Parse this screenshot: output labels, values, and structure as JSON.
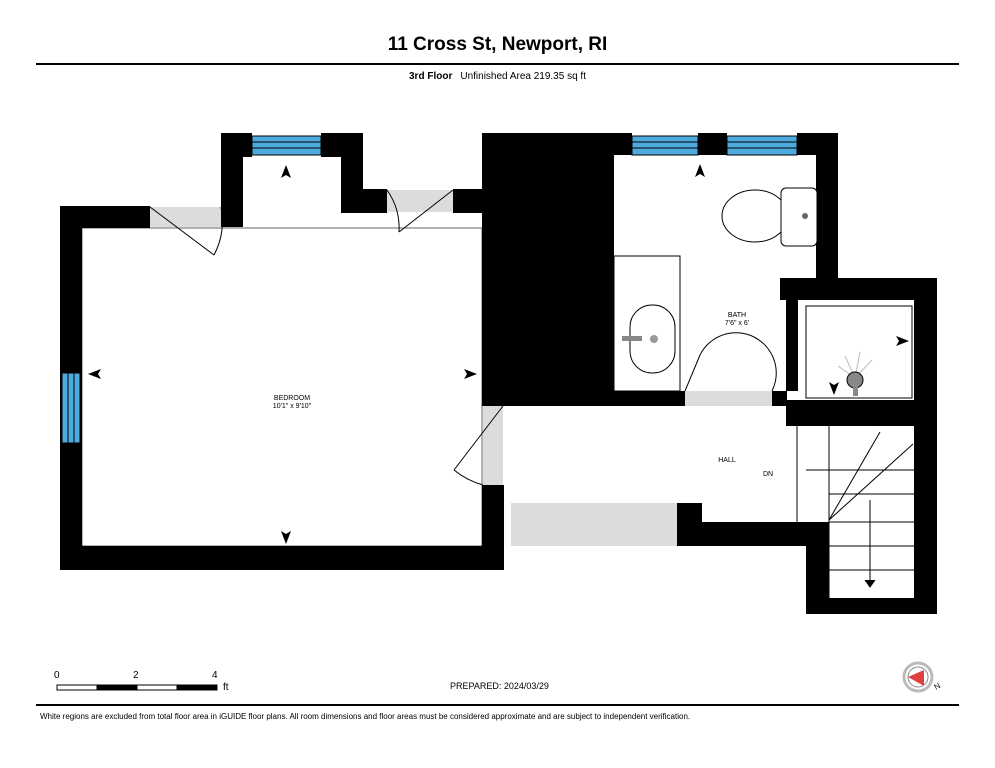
{
  "header": {
    "title": "11 Cross St, Newport, RI",
    "floor": "3rd Floor",
    "area": "Unfinished Area 219.35 sq ft"
  },
  "rooms": {
    "bedroom": {
      "name": "BEDROOM",
      "dims": "10'1\" x 9'10\""
    },
    "bath": {
      "name": "BATH",
      "dims": "7'6\" x 6'"
    },
    "hall": {
      "name": "HALL"
    },
    "stairs": {
      "label": "DN"
    }
  },
  "scale": {
    "ticks": [
      "0",
      "2",
      "4"
    ],
    "unit": "ft"
  },
  "footer": {
    "prepared": "PREPARED: 2024/03/29",
    "disclaimer": "White regions are excluded from total floor area in iGUIDE floor plans. All room dimensions and floor areas must be considered approximate and are subject to independent verification."
  },
  "colors": {
    "wall": "#000000",
    "window": "#4ea9dc",
    "door_swing": "#dcdcdc",
    "compass_red": "#e04040"
  }
}
